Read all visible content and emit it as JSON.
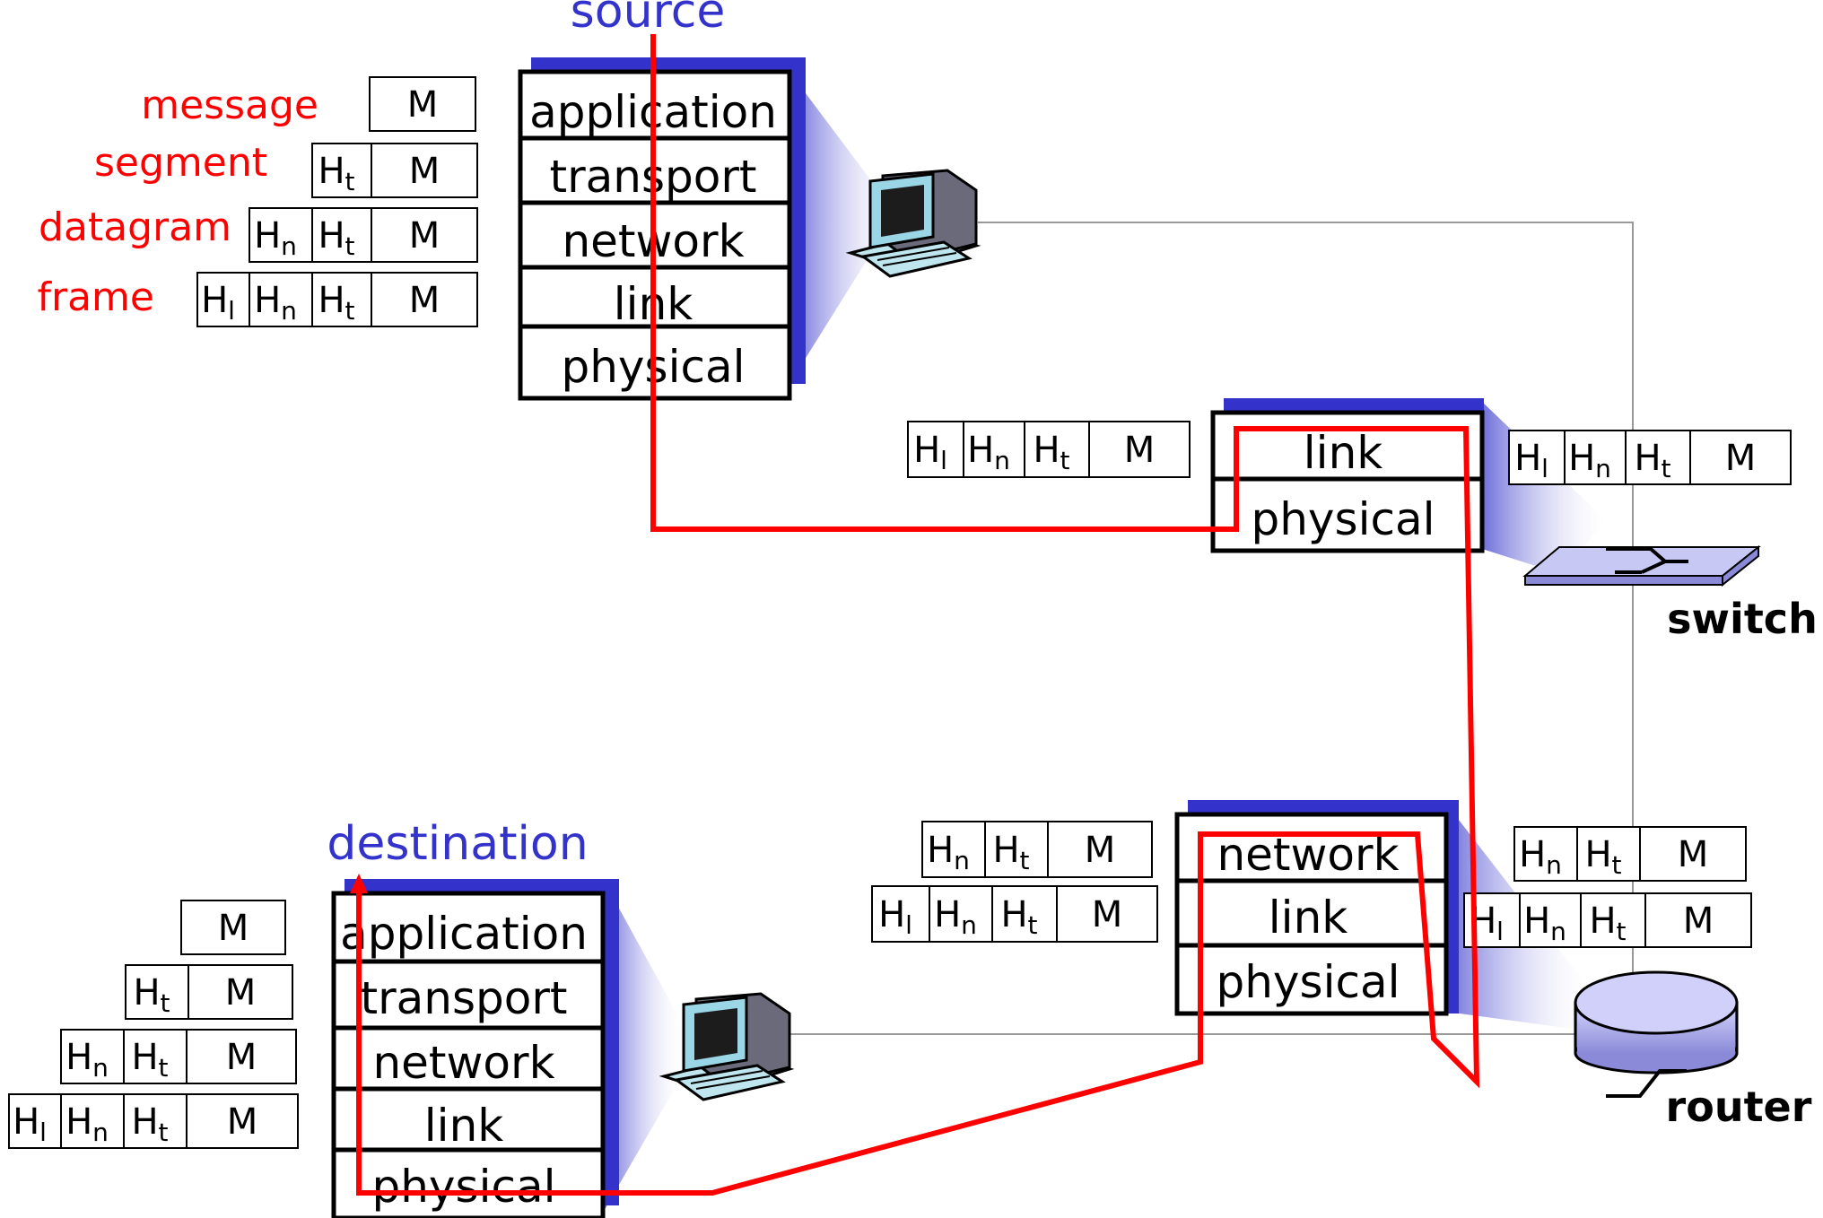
{
  "titles": {
    "source": "source",
    "destination": "destination"
  },
  "pdu_labels": {
    "message": "message",
    "segment": "segment",
    "datagram": "datagram",
    "frame": "frame"
  },
  "headers": {
    "H": "H",
    "t": "t",
    "n": "n",
    "l": "l",
    "M": "M"
  },
  "stacks": {
    "source": [
      "application",
      "transport",
      "network",
      "link",
      "physical"
    ],
    "destination": [
      "application",
      "transport",
      "network",
      "link",
      "physical"
    ],
    "switch": [
      "link",
      "physical"
    ],
    "router": [
      "network",
      "link",
      "physical"
    ]
  },
  "devices": {
    "switch": "switch",
    "router": "router"
  },
  "colors": {
    "path": "#ff0000",
    "title": "#3333cc",
    "link_header_source": "#0000ff",
    "link_header_dest": "#ff0000",
    "stack_shadow": "#3333cc"
  }
}
